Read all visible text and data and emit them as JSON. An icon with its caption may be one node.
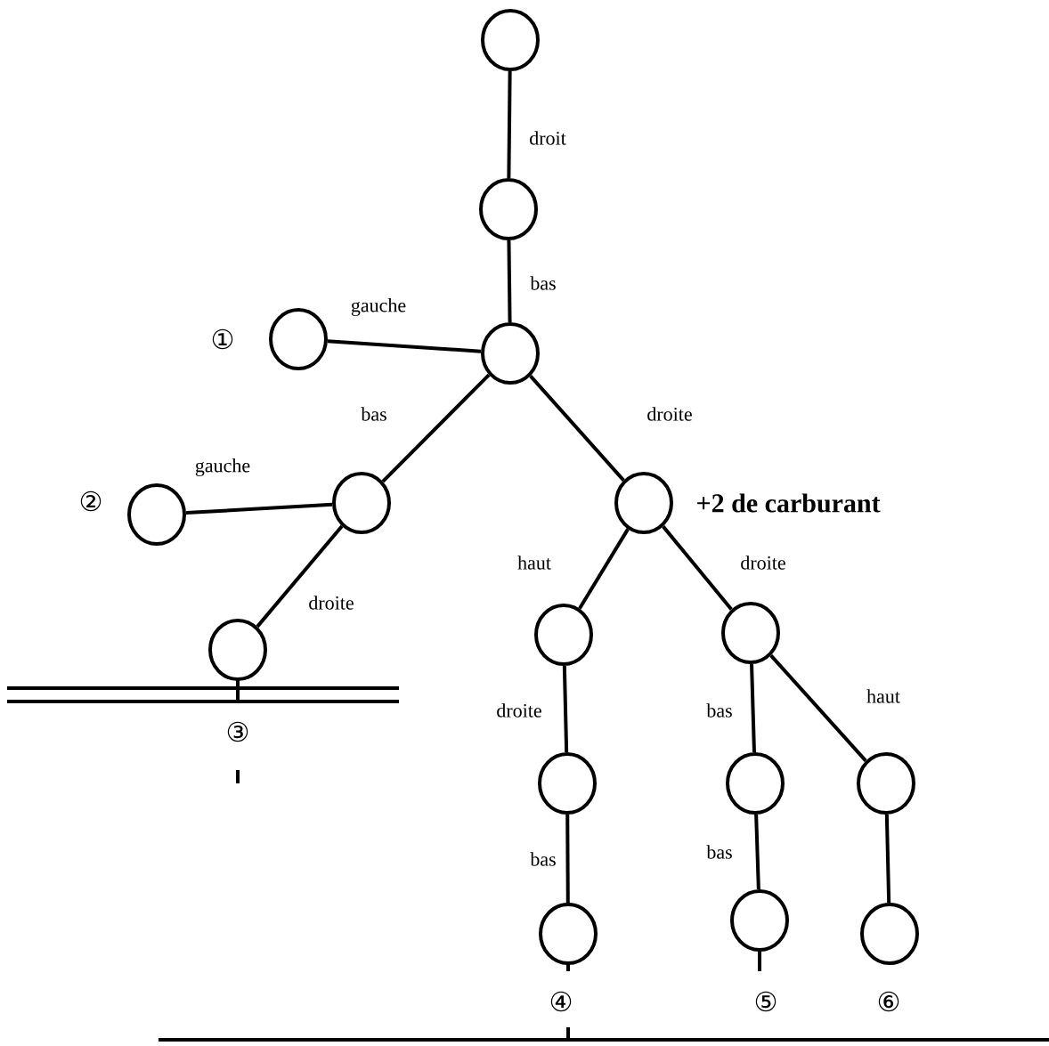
{
  "diagram": {
    "nodes": [
      {
        "text": [],
        "shape": "circle"
      },
      {
        "text": [],
        "shape": "circle"
      },
      {
        "text": [],
        "shape": "circle"
      },
      {
        "text": [],
        "shape": "circle"
      },
      {
        "text": [],
        "shape": "circle"
      },
      {
        "text": [],
        "shape": "circle"
      },
      {
        "text": [],
        "shape": "circle"
      },
      {
        "text": [],
        "shape": "circle",
        "beside": [
          "+2 de carburant"
        ]
      },
      {
        "text": [],
        "shape": "circle"
      },
      {
        "text": [],
        "shape": "circle"
      },
      {
        "text": [],
        "shape": "circle"
      },
      {
        "text": [],
        "shape": "circle"
      },
      {
        "text": [],
        "shape": "circle"
      },
      {
        "text": [],
        "shape": "circle"
      },
      {
        "text": [],
        "shape": "circle"
      },
      {
        "text": [],
        "shape": "circle"
      }
    ],
    "edges": [
      {
        "from": 0,
        "to": 1,
        "arrow": "none",
        "label": "droit"
      },
      {
        "from": 1,
        "to": 2,
        "arrow": "none",
        "label": "bas"
      },
      {
        "from": 2,
        "to": 3,
        "arrow": "none",
        "label": "gauche"
      },
      {
        "from": 2,
        "to": 4,
        "arrow": "none",
        "label": "bas"
      },
      {
        "from": 4,
        "to": 5,
        "arrow": "none",
        "label": "gauche"
      },
      {
        "from": 4,
        "to": 6,
        "arrow": "none",
        "label": "droite"
      },
      {
        "from": 2,
        "to": 7,
        "arrow": "none",
        "label": "droite"
      },
      {
        "from": 7,
        "to": 8,
        "arrow": "none",
        "label": "haut"
      },
      {
        "from": 7,
        "to": 9,
        "arrow": "none",
        "label": "droite"
      },
      {
        "from": 8,
        "to": 10,
        "arrow": "none",
        "label": "droite"
      },
      {
        "from": 10,
        "to": 13,
        "arrow": "none",
        "label": "bas"
      },
      {
        "from": 9,
        "to": 11,
        "arrow": "none",
        "label": "bas"
      },
      {
        "from": 11,
        "to": 14,
        "arrow": "none",
        "label": "bas"
      },
      {
        "from": 9,
        "to": 12,
        "arrow": "none",
        "label": "haut"
      },
      {
        "from": 12,
        "to": 15,
        "arrow": "none"
      }
    ],
    "labels": [
      "①",
      "②",
      "③",
      "④",
      "⑤",
      "⑥"
    ]
  }
}
